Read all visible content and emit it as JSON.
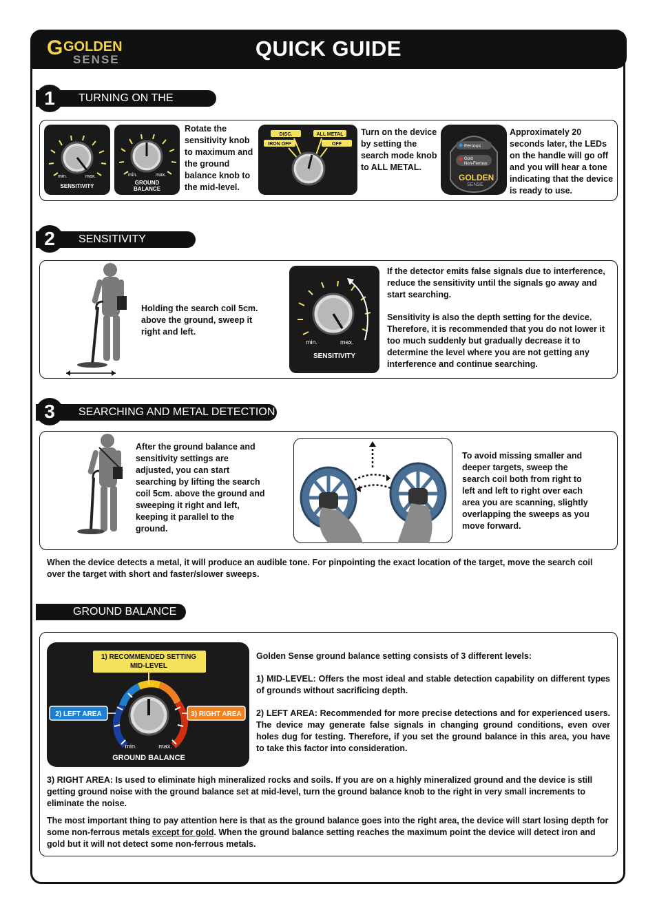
{
  "header": {
    "brand_top": "GOLDEN",
    "brand_bottom": "SENSE",
    "title": "QUICK GUIDE"
  },
  "sections": {
    "s1": {
      "number": "1",
      "title": "TURNING ON THE DEVICE",
      "knob1_min": "min.",
      "knob1_max": "max.",
      "knob1_label": "SENSITIVITY",
      "knob2_min": "min.",
      "knob2_max": "max.",
      "knob2_label_1": "GROUND",
      "knob2_label_2": "BALANCE",
      "step1_text": "Rotate the sensitivity knob to maximum and the ground balance knob to the mid-level.",
      "mode_disc": "DISC.",
      "mode_allmetal": "ALL METAL",
      "mode_ironoff": "IRON OFF",
      "mode_off": "OFF",
      "step2_text": "Turn on the device by setting the search mode knob to ALL METAL.",
      "led_ferrous": "Ferrous",
      "led_gold_1": "Gold",
      "led_gold_2": "Non-Ferrous",
      "step3_text": "Approximately 20 seconds later, the LEDs on the handle will go off and you will hear a tone indicating that the device is ready to use."
    },
    "s2": {
      "number": "2",
      "title": "SENSITIVITY SETTING",
      "sweep_text": "Holding the search coil 5cm. above the ground, sweep it right and left.",
      "knob_min": "min.",
      "knob_max": "max.",
      "knob_label": "SENSITIVITY",
      "para1": "If the detector emits false signals due to interference, reduce the sensitivity until the signals go away and start searching.",
      "para2": "Sensitivity is also the depth setting for the device. Therefore, it is recommended that you do not lower it too much suddenly but gradually decrease it to determine the level where you are not getting any interference and continue searching."
    },
    "s3": {
      "number": "3",
      "title": "SEARCHING AND METAL DETECTION",
      "left_text": "After the ground balance and sensitivity settings are adjusted, you can start searching by lifting the search coil 5cm. above the ground and sweeping it right and left, keeping it parallel to the ground.",
      "right_text": "To avoid missing smaller and deeper targets, sweep the search coil both from right to left and left to right over each area you are scanning, slightly overlapping the sweeps as you move forward.",
      "bottom_text": "When the device detects a metal, it will produce an audible tone. For pinpointing the exact location of the target, move the search coil over the target with short and faster/slower sweeps."
    },
    "s4": {
      "title": "GROUND BALANCE",
      "rec_1": "1) RECOMMENDED SETTING",
      "rec_2": "MID-LEVEL",
      "left_area": "2) LEFT AREA",
      "right_area": "3) RIGHT AREA",
      "knob_min": "min.",
      "knob_max": "max.",
      "knob_label": "GROUND BALANCE",
      "intro": "Golden Sense ground balance setting consists of 3 different levels:",
      "mid": "1) MID-LEVEL: Offers the most ideal and stable detection capability on different types of grounds without sacrificing depth.",
      "left": "2) LEFT AREA: Recommended for more precise detections and for experienced users. The device may generate false signals in changing ground conditions, even over holes dug for testing. Therefore, if you set the ground balance in this area, you have to take this factor into consideration.",
      "right": "3) RIGHT AREA: Is used to eliminate high mineralized rocks and soils. If you are on a highly mineralized ground and the device is still getting ground noise with the ground balance set at mid-level, turn the ground balance knob to the right in very small increments to eliminate the noise.",
      "important_a": "The most important thing to pay attention here is that as the ground balance goes into the right area, the device will start losing depth for some non-ferrous metals ",
      "important_u": "except for gold",
      "important_b": ". When the ground balance setting reaches the maximum point the device will detect iron and gold but it will not detect some non-ferrous metals."
    }
  },
  "colors": {
    "accent_yellow": "#f6e25a",
    "left_blue": "#1e7fd0",
    "right_orange": "#f08020"
  }
}
